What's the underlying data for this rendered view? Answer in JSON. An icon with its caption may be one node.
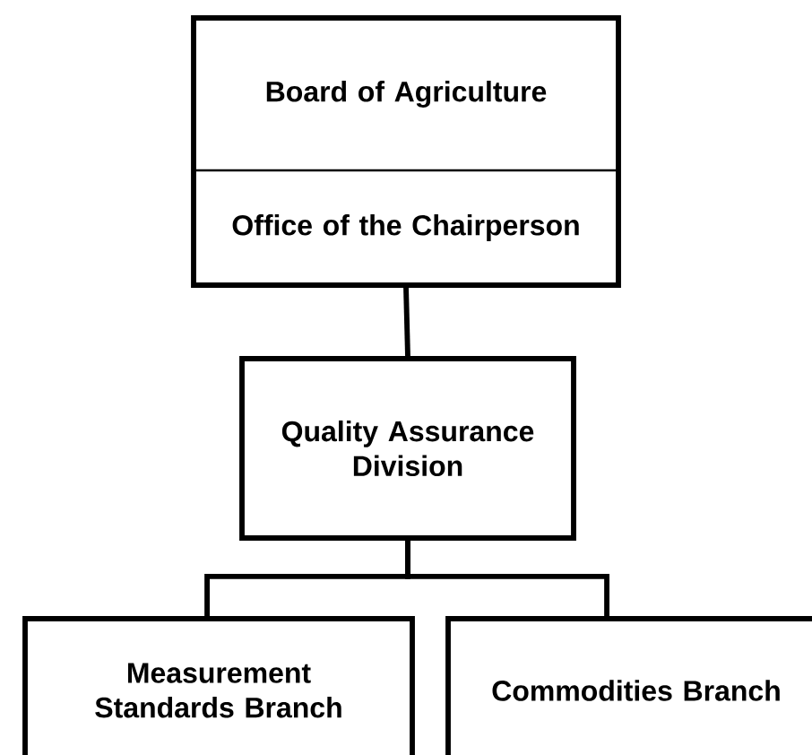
{
  "diagram": {
    "nodes": [
      {
        "text": [
          "Board of Agriculture",
          "Office of the Chairperson"
        ]
      },
      {
        "text": [
          "Quality Assurance Division"
        ]
      },
      {
        "text": [
          "Measurement Standards Branch"
        ]
      },
      {
        "text": [
          "Commodities Branch"
        ]
      }
    ],
    "edges": [
      {
        "from": 0,
        "to": 1,
        "arrow": "none"
      },
      {
        "from": 1,
        "to": 2,
        "arrow": "none"
      },
      {
        "from": 1,
        "to": 3,
        "arrow": "none"
      }
    ]
  }
}
